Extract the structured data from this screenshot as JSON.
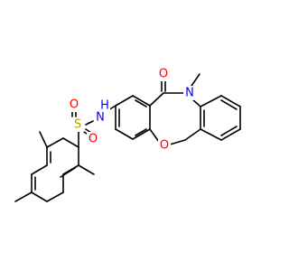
{
  "molecule": {
    "atoms": {
      "N_amide": "N",
      "H_amide": "H",
      "O_ketone": "O",
      "N_ring": "N",
      "O_ether": "O",
      "S": "S",
      "O_s_top": "O",
      "O_s_bottom": "O"
    }
  },
  "colors": {
    "bond": "#000000",
    "nitrogen": "#0000ff",
    "oxygen": "#ff0000",
    "sulfur": "#b3a100",
    "background": "#ffffff"
  }
}
